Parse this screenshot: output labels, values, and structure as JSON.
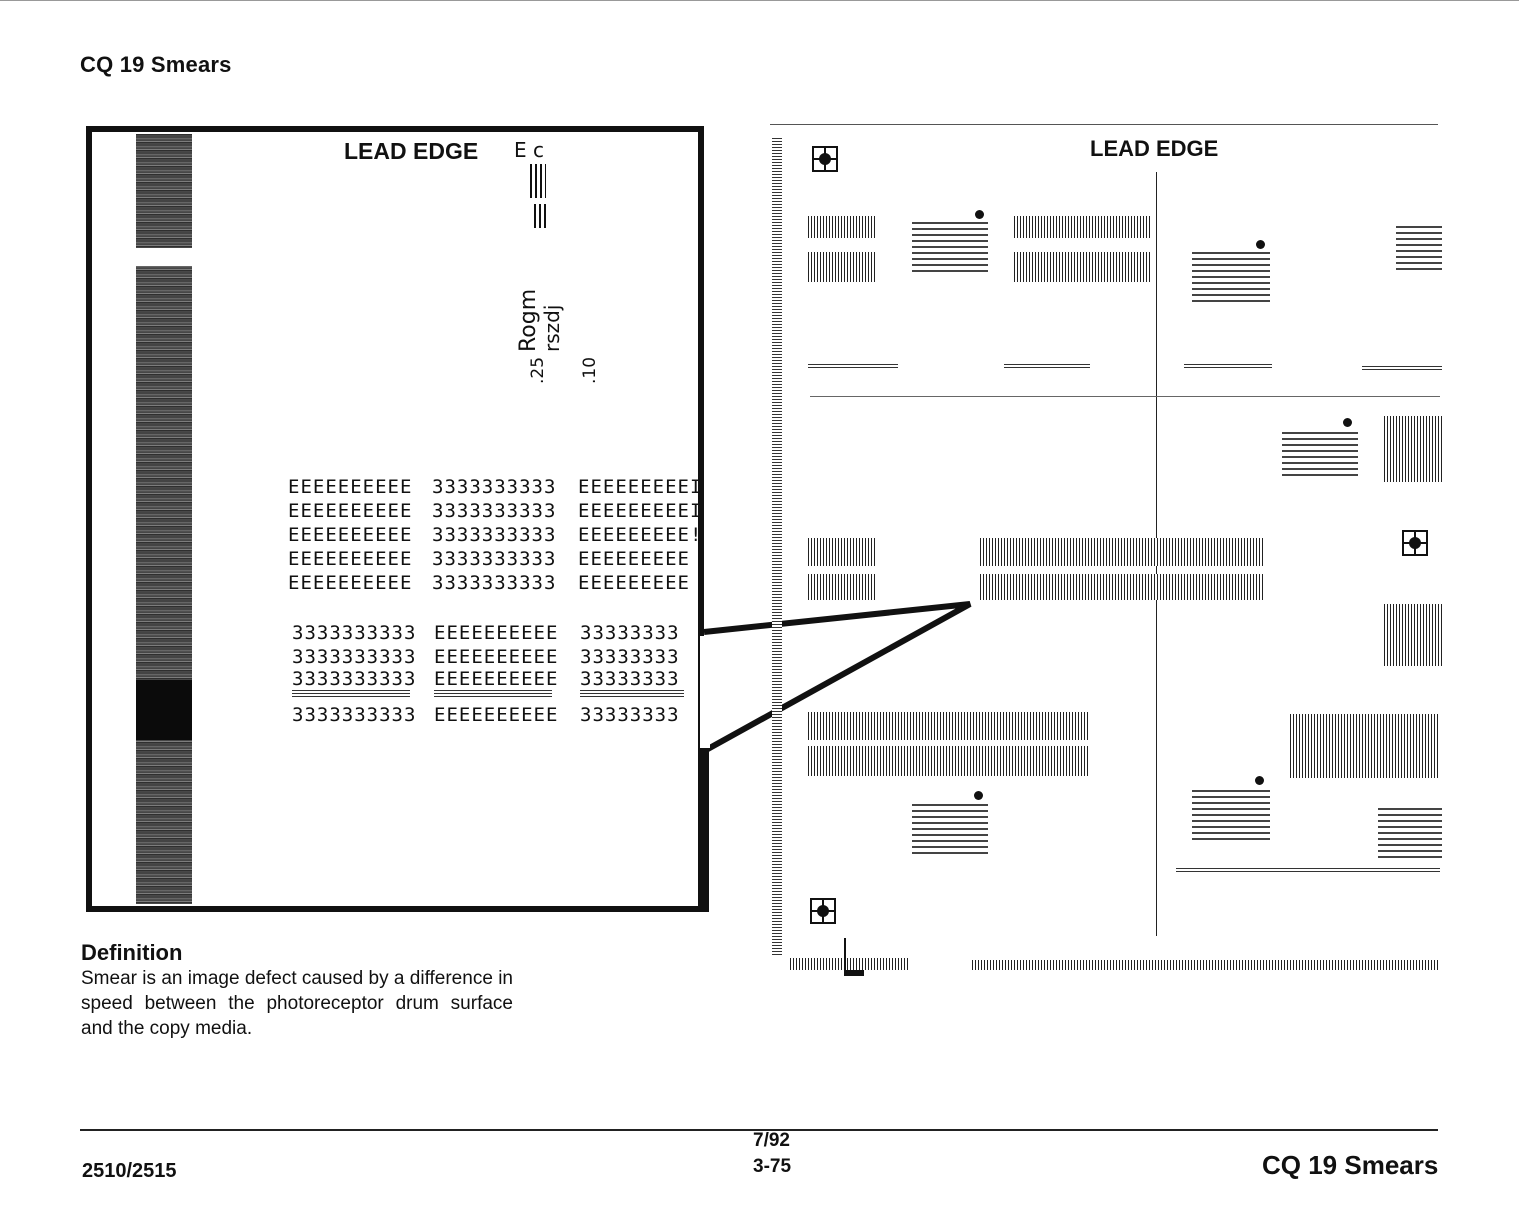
{
  "header": {
    "title": "CQ 19 Smears"
  },
  "callout": {
    "lead_edge": "LEAD EDGE",
    "vertical_labels": {
      "rogm": "Rogm",
      "rszdj": "rszdj",
      "val_25": ".25",
      "val_10": ".10",
      "mark": "E c"
    },
    "rows_a": [
      [
        "EEEEEEEEEE",
        "3333333333",
        "EEEEEEEEEI"
      ],
      [
        "EEEEEEEEEE",
        "3333333333",
        "EEEEEEEEEI"
      ],
      [
        "EEEEEEEEEE",
        "3333333333",
        "EEEEEEEEE!"
      ],
      [
        "EEEEEEEEEE",
        "3333333333",
        "EEEEEEEEE"
      ],
      [
        "EEEEEEEEEE",
        "3333333333",
        "EEEEEEEEE"
      ]
    ],
    "rows_b": [
      [
        "3333333333",
        "EEEEEEEEEE",
        "33333333"
      ],
      [
        "3333333333",
        "EEEEEEEEEE",
        "33333333"
      ],
      [
        "3333333333",
        "EEEEEEEEEE",
        "33333333"
      ],
      [
        "3333333333",
        "EEEEEEEEEE",
        "33333333"
      ]
    ]
  },
  "definition": {
    "heading": "Definition",
    "body": "Smear is an image defect caused by a difference in speed between the photoreceptor drum surface and the copy media."
  },
  "test_pattern": {
    "lead_edge": "LEAD EDGE"
  },
  "footer": {
    "model": "2510/2515",
    "date": "7/92",
    "page": "3-75",
    "section_title": "CQ 19 Smears"
  }
}
